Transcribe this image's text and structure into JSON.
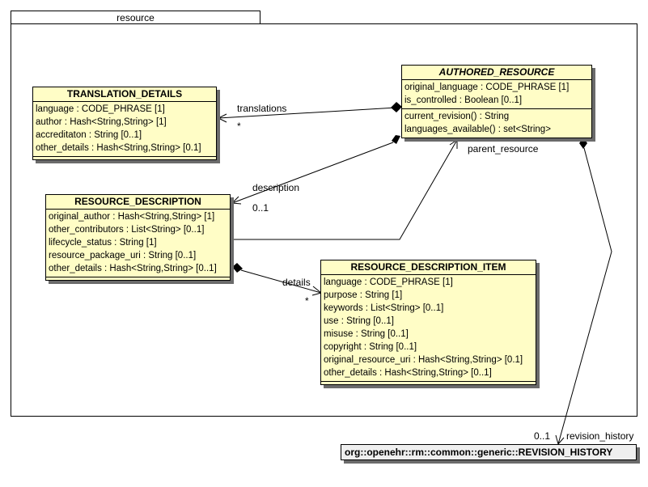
{
  "package": {
    "name": "resource"
  },
  "classes": {
    "translation_details": {
      "name": "TRANSLATION_DETAILS",
      "attributes": [
        "language : CODE_PHRASE [1]",
        "author : Hash<String,String> [1]",
        "accreditaton : String [0..1]",
        "other_details : Hash<String,String> [0.1]"
      ]
    },
    "authored_resource": {
      "name": "AUTHORED_RESOURCE",
      "attributes": [
        "original_language : CODE_PHRASE [1]",
        "is_controlled : Boolean [0..1]"
      ],
      "operations": [
        "current_revision() : String",
        "languages_available() : set<String>"
      ]
    },
    "resource_description": {
      "name": "RESOURCE_DESCRIPTION",
      "attributes": [
        "original_author : Hash<String,String> [1]",
        "other_contributors : List<String> [0..1]",
        "lifecycle_status : String [1]",
        "resource_package_uri : String [0..1]",
        "other_details : Hash<String,String> [0..1]"
      ]
    },
    "resource_description_item": {
      "name": "RESOURCE_DESCRIPTION_ITEM",
      "attributes": [
        "language : CODE_PHRASE [1]",
        "purpose : String [1]",
        "keywords : List<String> [0..1]",
        "use : String [0..1]",
        "misuse : String [0..1]",
        "copyright : String [0..1]",
        "original_resource_uri : Hash<String,String> [0.1]",
        "other_details : Hash<String,String> [0..1]"
      ]
    },
    "revision_history": {
      "name": "org::openehr::rm::common::generic::REVISION_HISTORY"
    }
  },
  "associations": {
    "translations": {
      "role": "translations",
      "multiplicity": "*"
    },
    "description": {
      "role": "description",
      "multiplicity": "0..1"
    },
    "parent_resource": {
      "role": "parent_resource"
    },
    "details": {
      "role": "details",
      "multiplicity": "*"
    },
    "revision_history": {
      "role": "revision_history",
      "multiplicity": "0..1"
    }
  }
}
